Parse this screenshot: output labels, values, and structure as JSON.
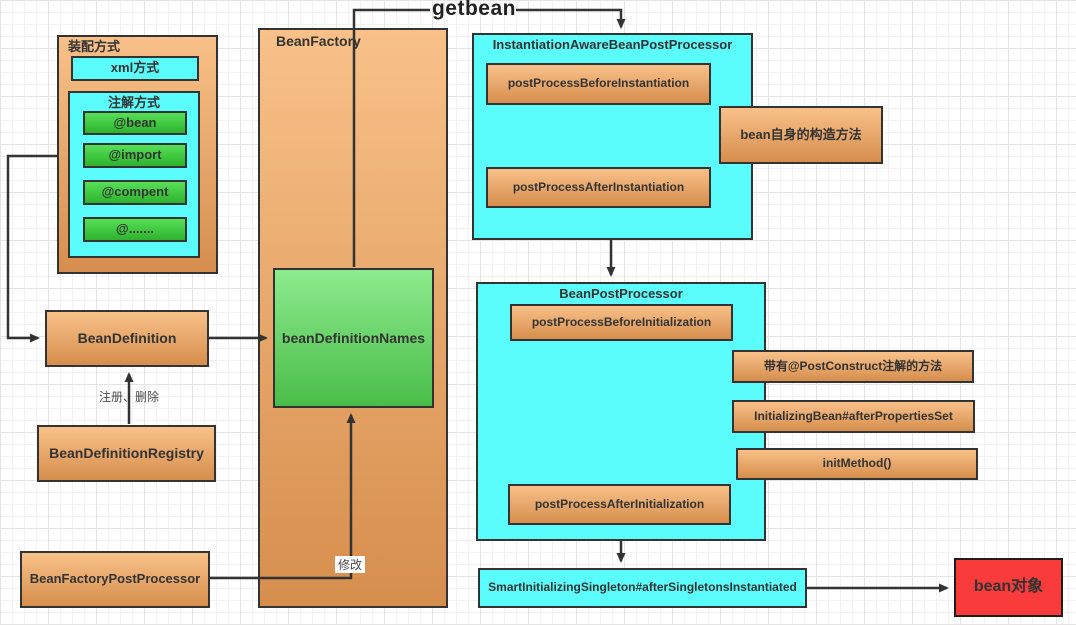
{
  "diagram": {
    "getbean_label": "getbean",
    "assembly": {
      "title": "装配方式",
      "xml_label": "xml方式",
      "annotation_title": "注解方式",
      "annotations": [
        "@bean",
        "@import",
        "@compent",
        "@......."
      ]
    },
    "definition_flow": {
      "bean_definition": "BeanDefinition",
      "registry": "BeanDefinitionRegistry",
      "register_delete_label": "注册、删除"
    },
    "bean_factory": {
      "title": "BeanFactory",
      "names_label": "beanDefinitionNames",
      "post_processor": "BeanFactoryPostProcessor",
      "modify_label": "修改"
    },
    "instantiation": {
      "title": "InstantiationAwareBeanPostProcessor",
      "before": "postProcessBeforeInstantiation",
      "after": "postProcessAfterInstantiation",
      "constructor_note": "bean自身的构造方法"
    },
    "initialization": {
      "title": "BeanPostProcessor",
      "before": "postProcessBeforeInitialization",
      "after": "postProcessAfterInitialization",
      "post_construct_note": "带有@PostConstruct注解的方法",
      "after_properties_note": "InitializingBean#afterPropertiesSet",
      "init_method_note": "initMethod()"
    },
    "finish": {
      "smart_singleton": "SmartInitializingSingleton#afterSingletonsInstantiated",
      "bean_object": "bean对象"
    }
  },
  "colors": {
    "box_orange_top": "#f8c189",
    "box_orange_bottom": "#d68e4d",
    "box_cyan": "#5bfcfc",
    "box_green_top": "#57df57",
    "box_green_bottom": "#2db32d",
    "box_red": "#fa3b3b",
    "line": "#333333",
    "grid_minor": "#f2f2f2",
    "grid_major": "#e4e4e4"
  }
}
